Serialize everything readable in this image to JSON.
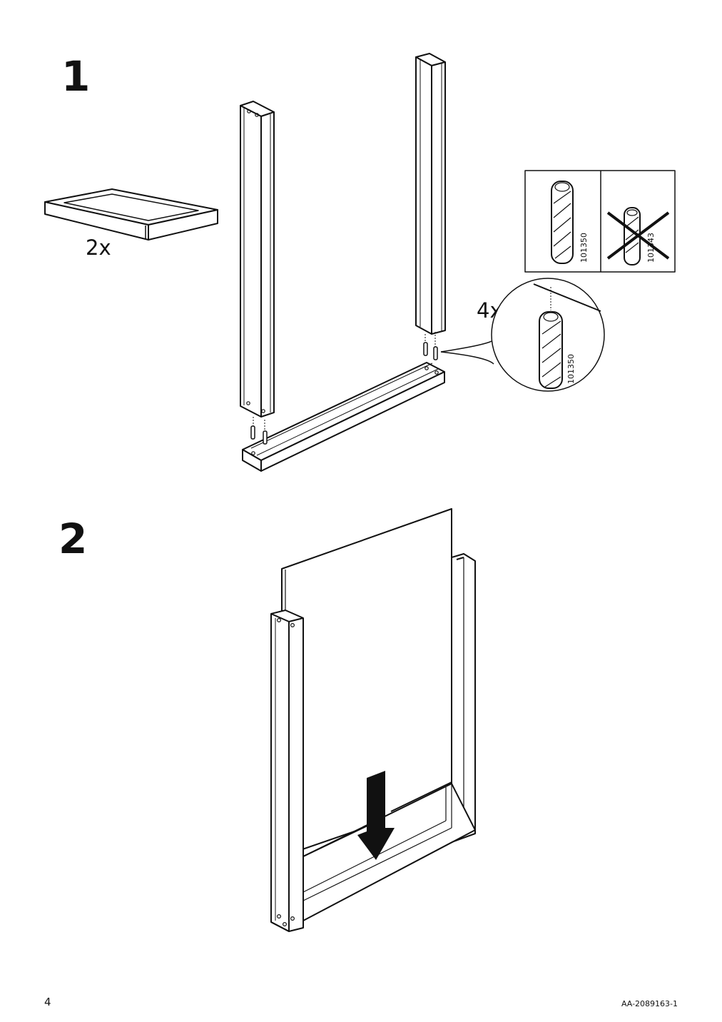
{
  "steps": [
    {
      "number": "1",
      "quantities": {
        "frame_qty": "2x",
        "dowel_qty": "4x"
      }
    },
    {
      "number": "2"
    }
  ],
  "dowel_check": {
    "correct_code": "101350",
    "incorrect_code": "101343",
    "callout_code": "101350"
  },
  "footer": {
    "page_number": "4",
    "document_code": "AA-2089163-1"
  },
  "icons": [
    "dowel-icon",
    "cross-out-icon",
    "down-arrow-icon"
  ]
}
